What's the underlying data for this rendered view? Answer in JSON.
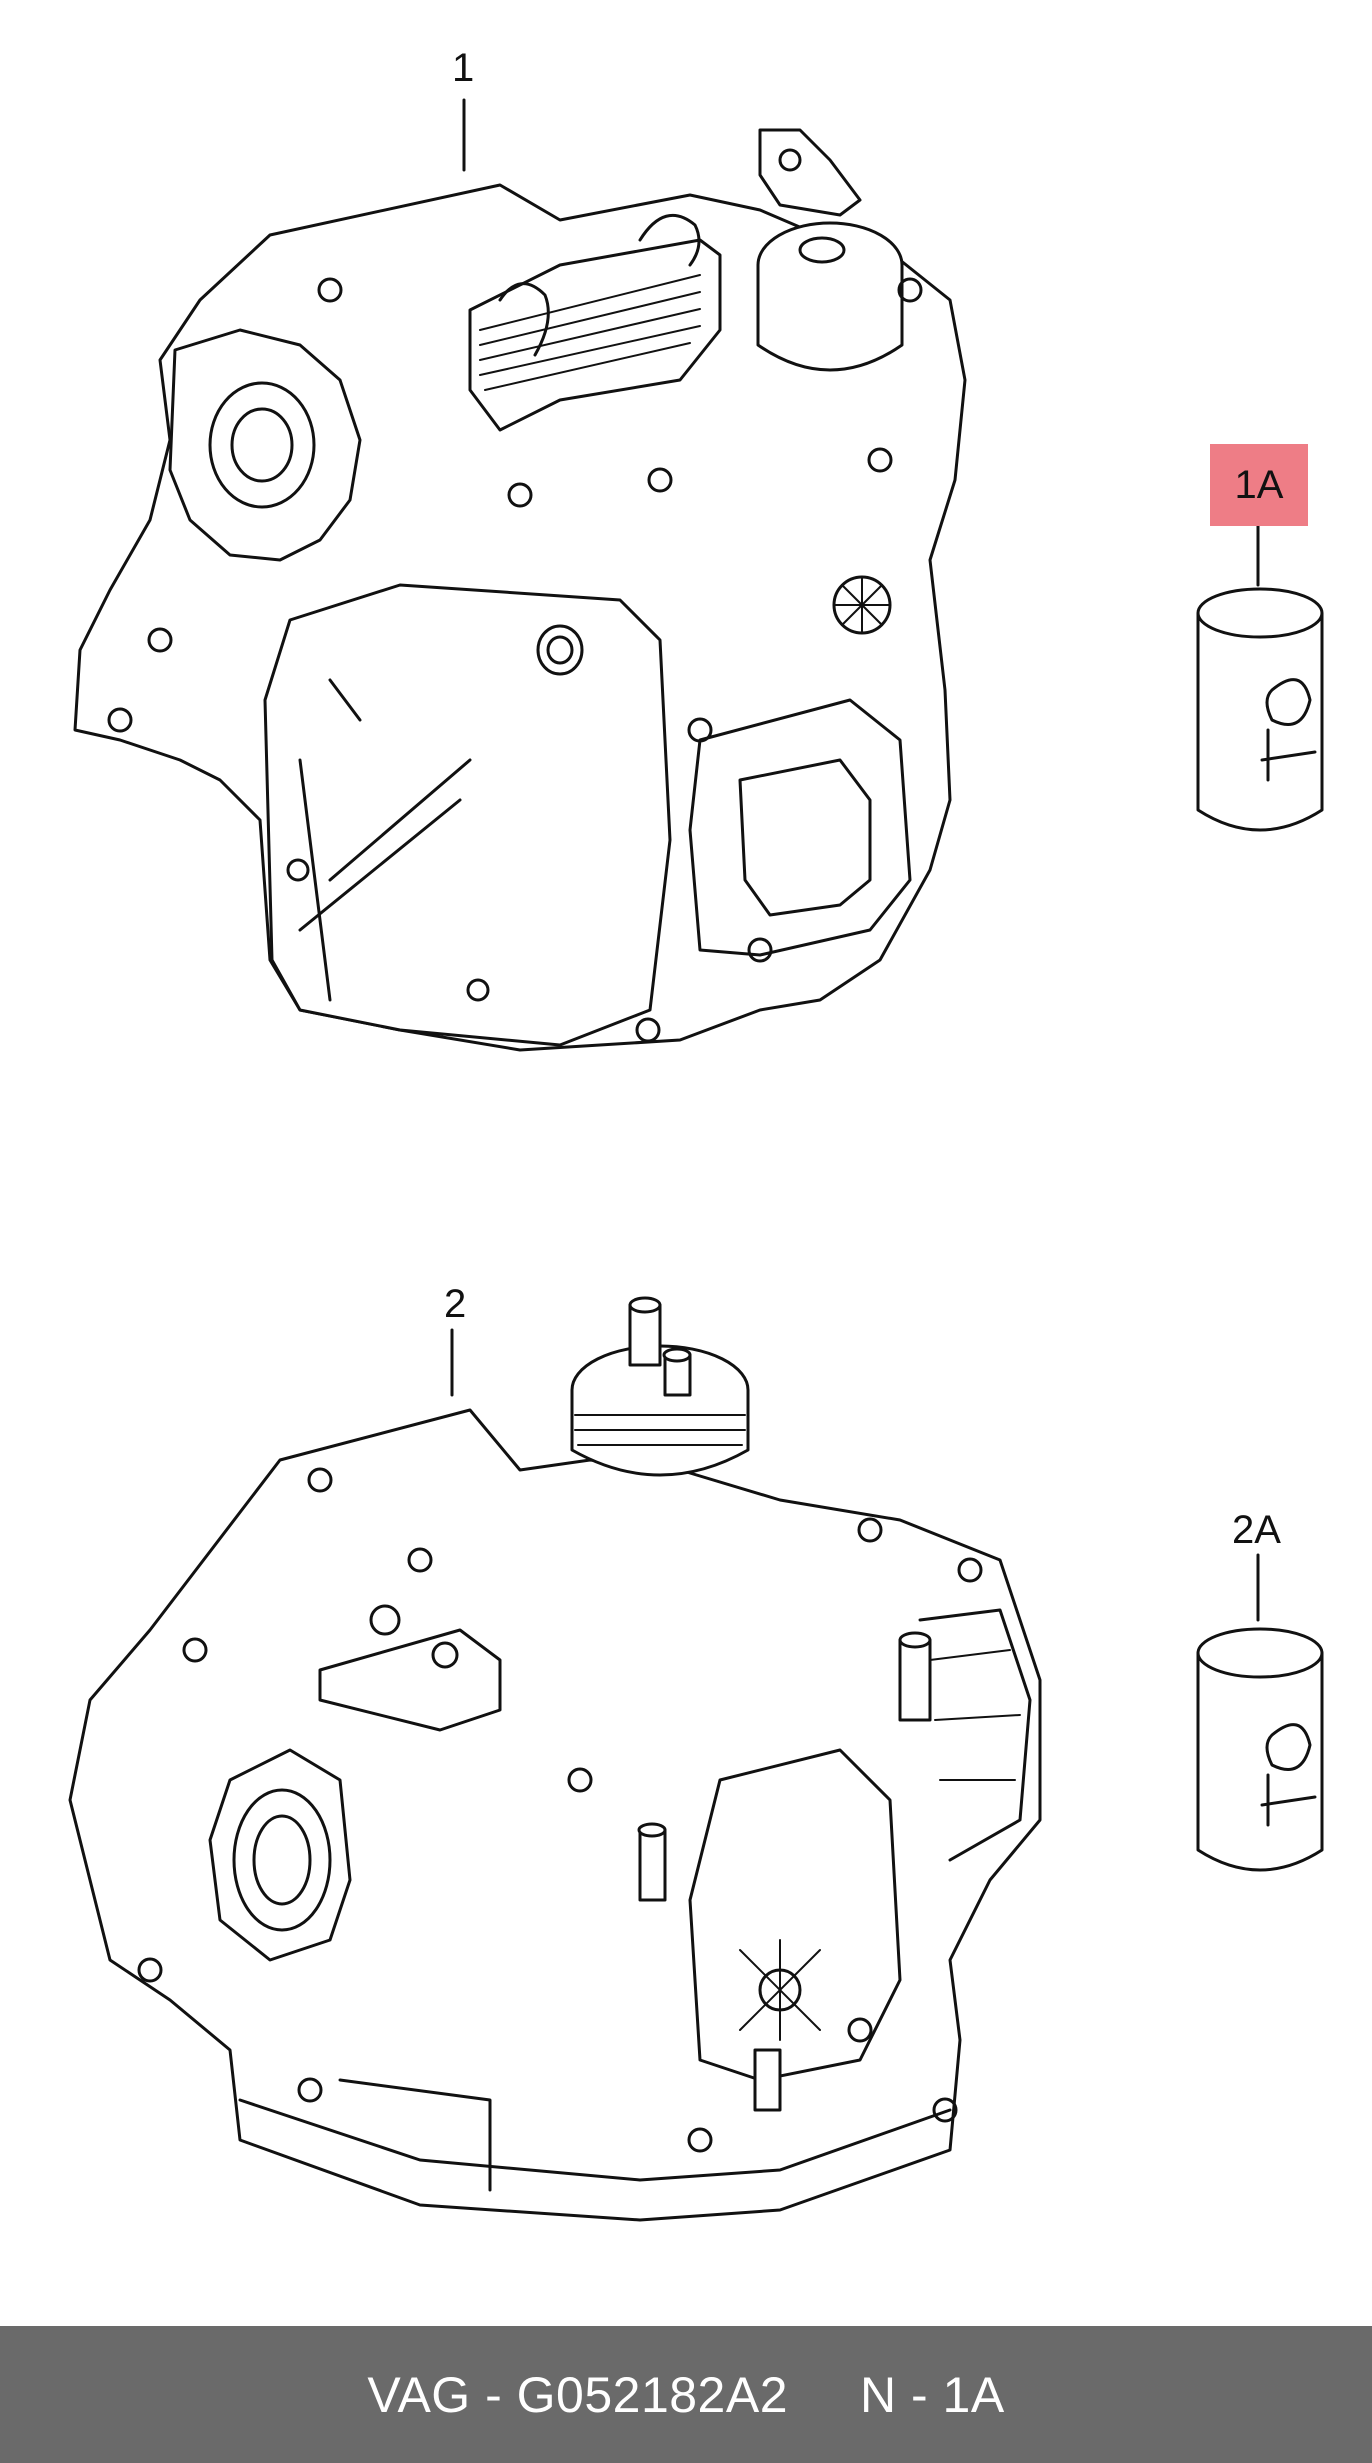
{
  "callouts": {
    "part_1": "1",
    "part_1a": "1A",
    "part_2": "2",
    "part_2a": "2A"
  },
  "highlight_color": "#ee7d86",
  "footer": {
    "text": "VAG - G052182A2     N - 1A",
    "background": "#6a6a6a"
  }
}
